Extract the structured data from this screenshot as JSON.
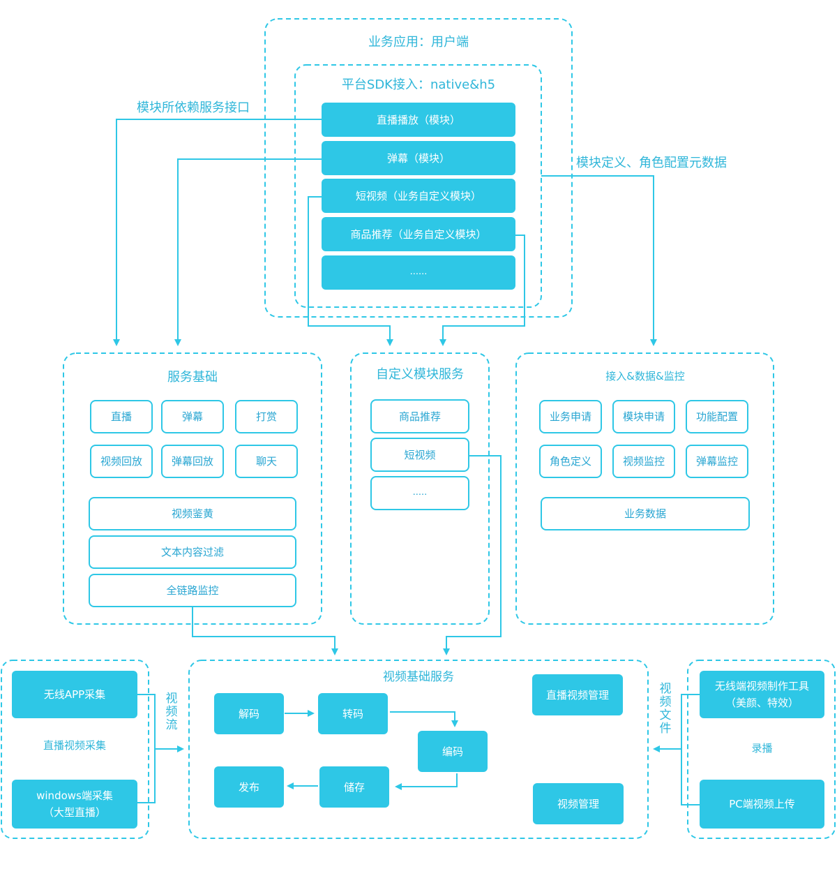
{
  "colors": {
    "accent": "#2ec7e6",
    "text": "#2fb6d9",
    "outline_text": "#29a6d2"
  },
  "client": {
    "title": "业务应用：用户端",
    "sdk_title": "平台SDK接入：native&h5",
    "modules": [
      "直播播放（模块）",
      "弹幕（模块）",
      "短视频（业务自定义模块）",
      "商品推荐（业务自定义模块）",
      "......"
    ]
  },
  "annotations": {
    "dependency": "模块所依赖服务接口",
    "metadata": "模块定义、角色配置元数据",
    "video_stream": "视频流",
    "video_file": "视频文件"
  },
  "service_base": {
    "title": "服务基础",
    "grid": [
      "直播",
      "弹幕",
      "打赏",
      "视频回放",
      "弹幕回放",
      "聊天"
    ],
    "wide": [
      "视频鉴黄",
      "文本内容过滤",
      "全链路监控"
    ]
  },
  "custom_module": {
    "title": "自定义模块服务",
    "items": [
      "商品推荐",
      "短视频",
      "....."
    ]
  },
  "access": {
    "title": "接入&数据&监控",
    "grid": [
      "业务申请",
      "模块申请",
      "功能配置",
      "角色定义",
      "视频监控",
      "弹幕监控"
    ],
    "wide": "业务数据"
  },
  "capture": {
    "title": "直播视频采集",
    "wireless": "无线APP采集",
    "windows_line1": "windows端采集",
    "windows_line2": "（大型直播）"
  },
  "video_base": {
    "title": "视频基础服务",
    "decode": "解码",
    "transcode": "转码",
    "encode": "编码",
    "publish": "发布",
    "storage": "储存",
    "live_mgmt": "直播视频管理",
    "video_mgmt": "视频管理"
  },
  "recording": {
    "title": "录播",
    "tool_line1": "无线端视频制作工具",
    "tool_line2": "（美颜、特效）",
    "pc_upload": "PC端视频上传"
  }
}
